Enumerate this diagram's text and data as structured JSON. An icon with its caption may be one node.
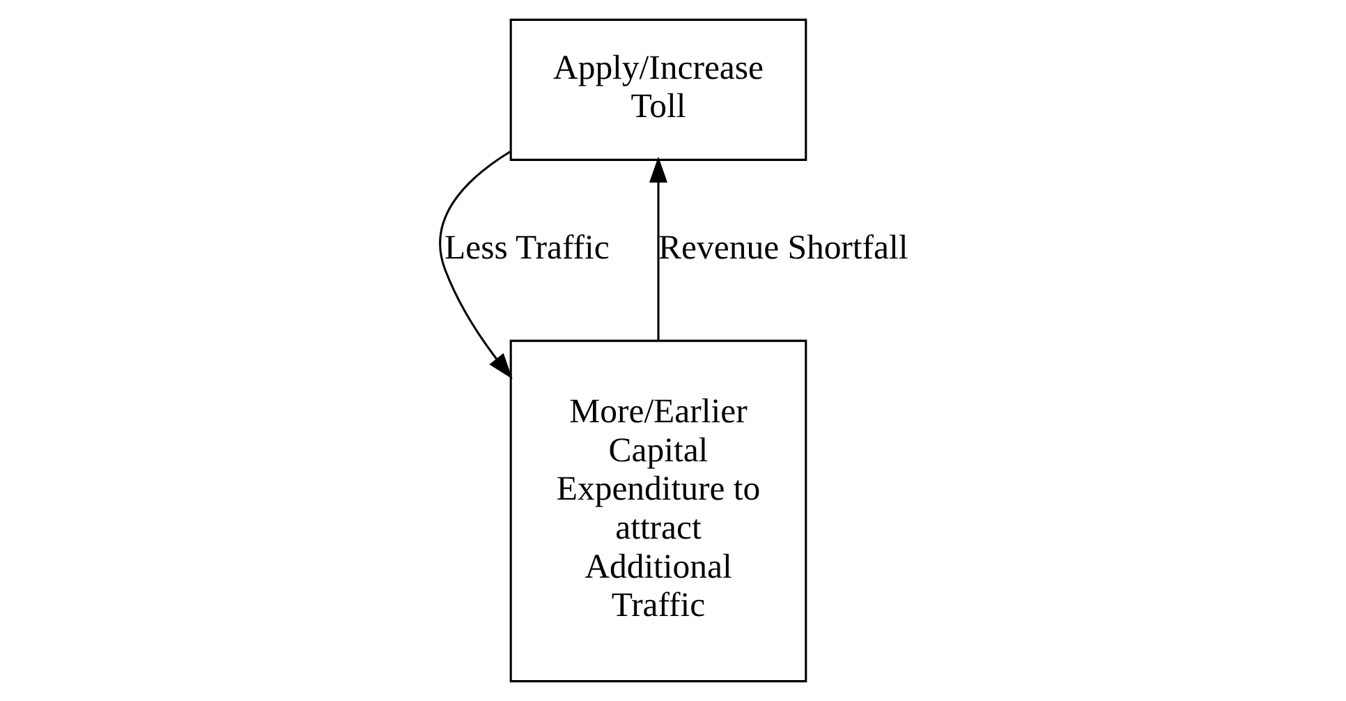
{
  "diagram": {
    "nodes": [
      {
        "text": [
          "Apply/Increase Toll"
        ]
      },
      {
        "text": [
          "More/Earlier Capital Expenditure to attract Additional Traffic"
        ]
      }
    ],
    "edges": [
      {
        "from": 0,
        "to": 1,
        "arrow": "to",
        "label": "Less Traffic"
      },
      {
        "from": 1,
        "to": 0,
        "arrow": "to",
        "label": "Revenue Shortfall"
      }
    ]
  }
}
